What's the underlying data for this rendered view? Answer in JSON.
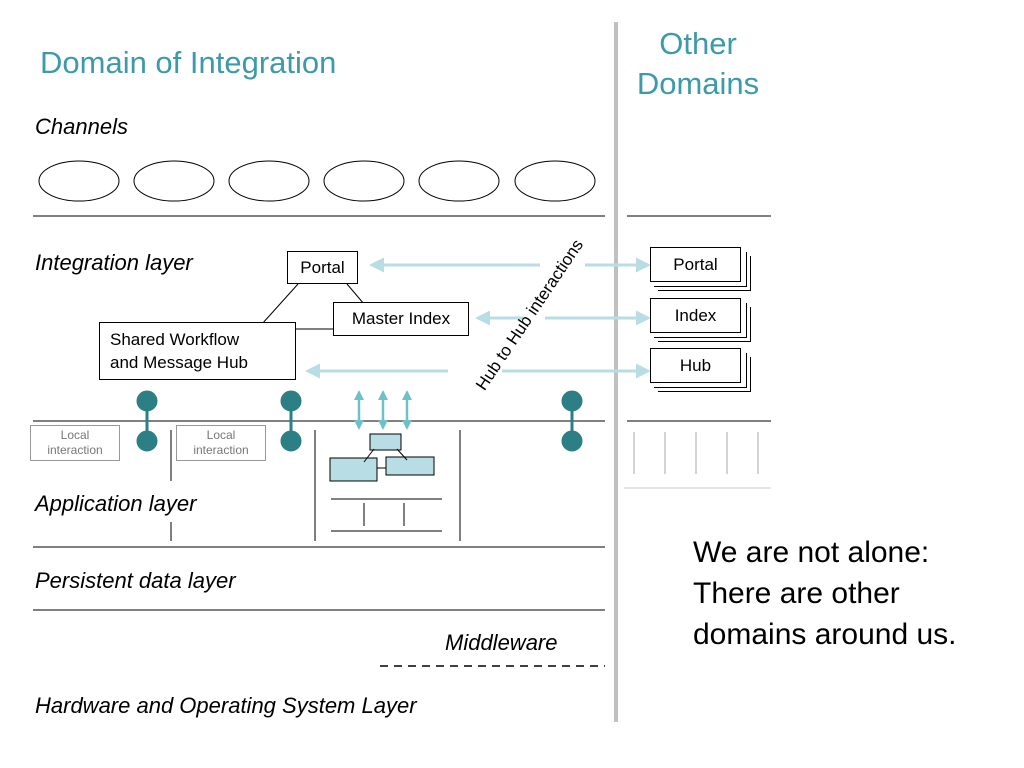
{
  "header": {
    "title": "Domain of Integration",
    "other_domains": "Other\nDomains"
  },
  "layers": {
    "channels": "Channels",
    "integration": "Integration layer",
    "application": "Application layer",
    "persistent": "Persistent data layer",
    "middleware": "Middleware",
    "hardware": "Hardware and Operating System Layer"
  },
  "boxes": {
    "portal": "Portal",
    "master_index": "Master Index",
    "workflow_hub": "Shared Workflow\nand Message Hub",
    "local_interaction": "Local\ninteraction"
  },
  "other_domain": {
    "portal": "Portal",
    "index": "Index",
    "hub": "Hub"
  },
  "hub_to_hub": "Hub to Hub interactions",
  "note": "We are not alone:\nThere are other\ndomains around us.",
  "colors": {
    "title": "#3d9aa8",
    "arrow": "#b8dde4",
    "connector": "#2d7f86",
    "separator": "#c0c0c0"
  }
}
